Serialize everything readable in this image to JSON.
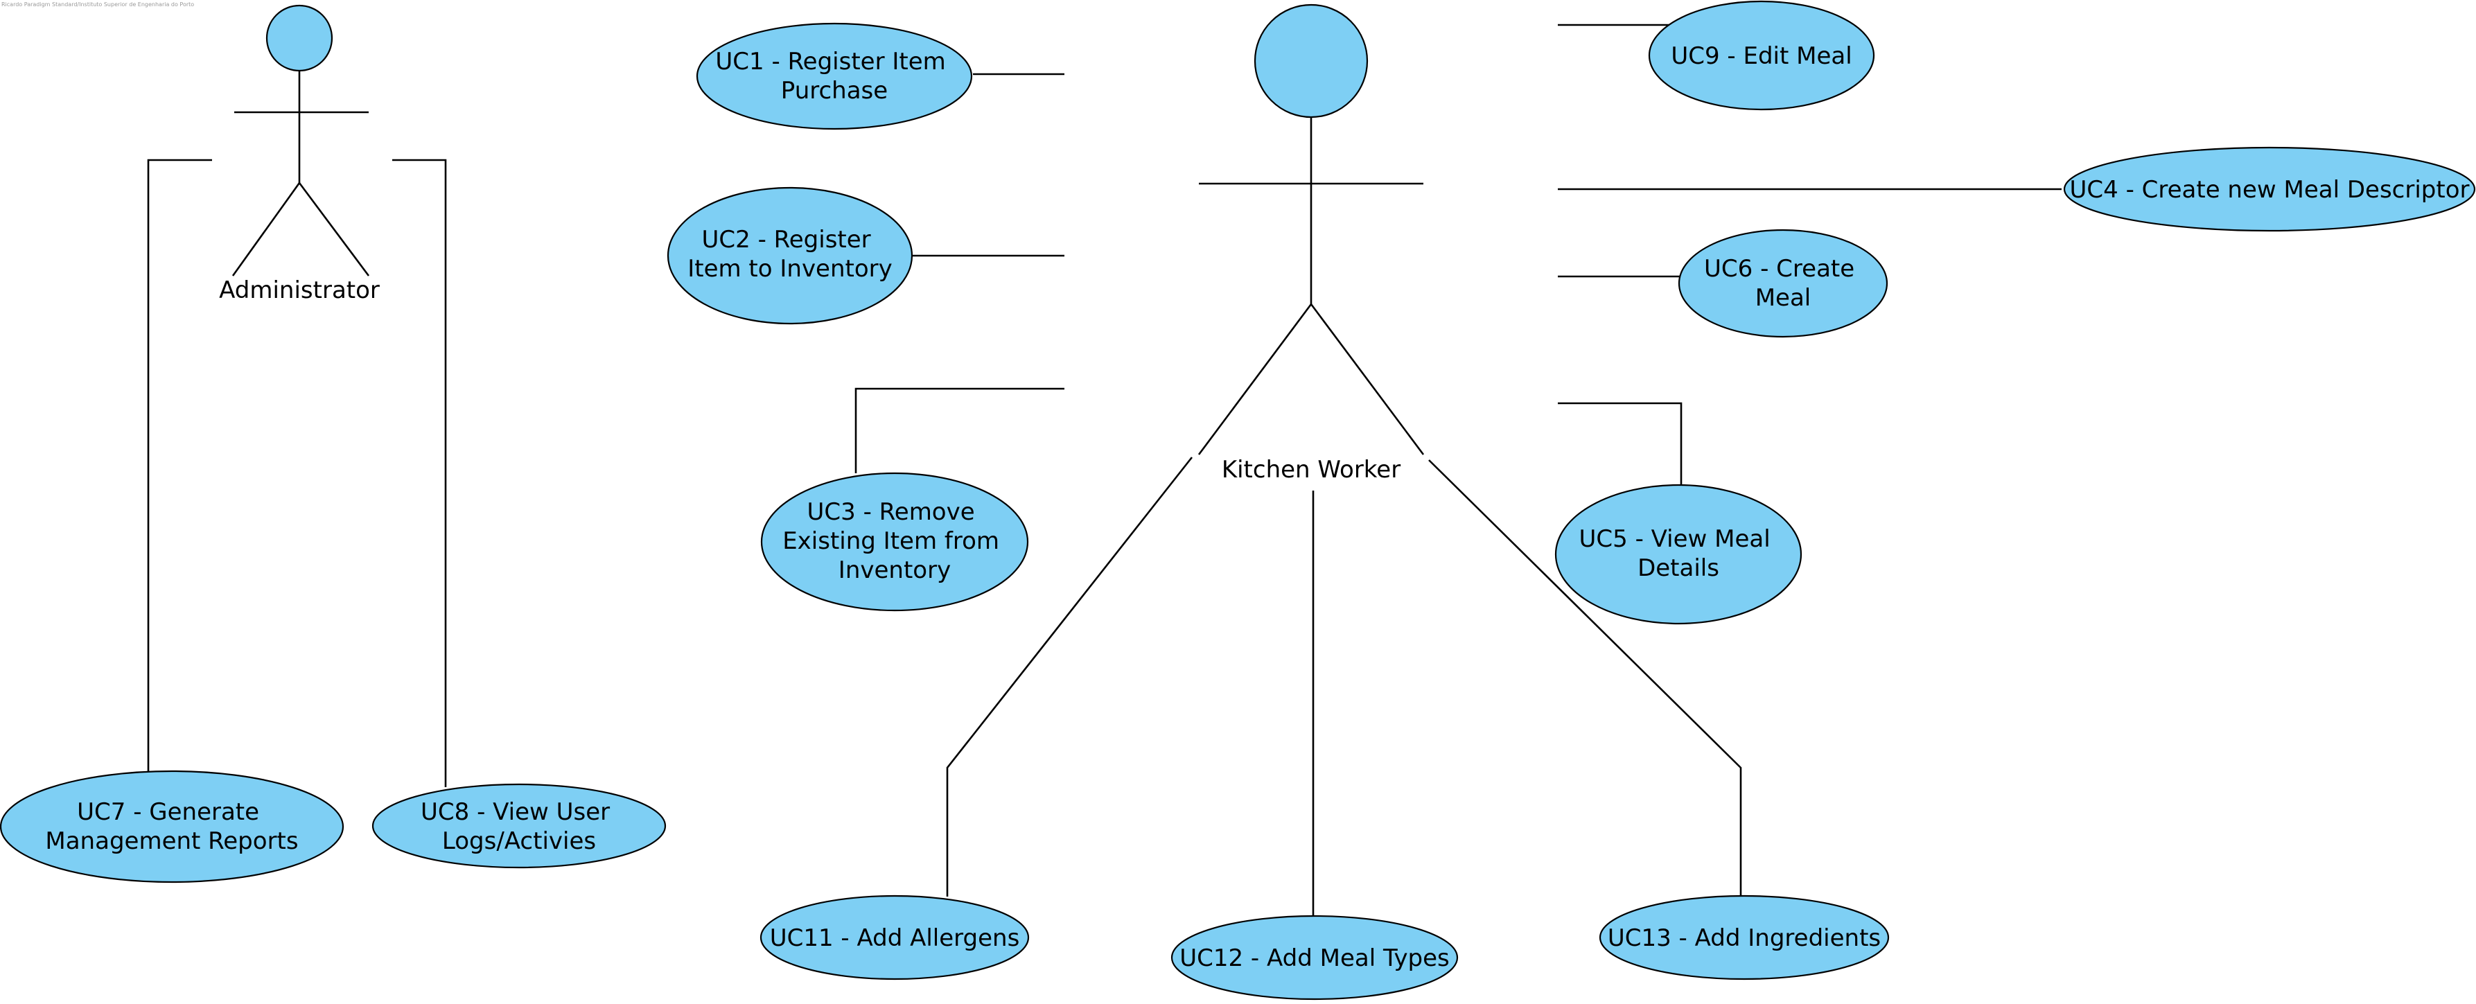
{
  "header_note": "Ricardo Paradigm Standard/Instituto Superior de Engenharia do Porto",
  "colors": {
    "usecase_fill": "#7ecff4",
    "stroke": "#000000"
  },
  "actors": {
    "administrator": {
      "label": "Administrator"
    },
    "kitchen_worker": {
      "label": "Kitchen Worker"
    }
  },
  "use_cases": {
    "uc1": {
      "lines": [
        "UC1 - Register Item",
        "Purchase"
      ]
    },
    "uc2": {
      "lines": [
        "UC2 - Register",
        "Item to Inventory"
      ]
    },
    "uc3": {
      "lines": [
        "UC3 - Remove",
        "Existing Item from",
        "Inventory"
      ]
    },
    "uc4": {
      "lines": [
        "UC4 - Create new Meal Descriptor"
      ]
    },
    "uc5": {
      "lines": [
        "UC5 - View Meal",
        "Details"
      ]
    },
    "uc6": {
      "lines": [
        "UC6 - Create",
        "Meal"
      ]
    },
    "uc7": {
      "lines": [
        "UC7 - Generate",
        "Management Reports"
      ]
    },
    "uc8": {
      "lines": [
        "UC8 - View User",
        "Logs/Activies"
      ]
    },
    "uc9": {
      "lines": [
        "UC9 - Edit Meal"
      ]
    },
    "uc11": {
      "lines": [
        "UC11 - Add Allergens"
      ]
    },
    "uc12": {
      "lines": [
        "UC12 - Add Meal Types"
      ]
    },
    "uc13": {
      "lines": [
        "UC13 - Add Ingredients"
      ]
    }
  }
}
